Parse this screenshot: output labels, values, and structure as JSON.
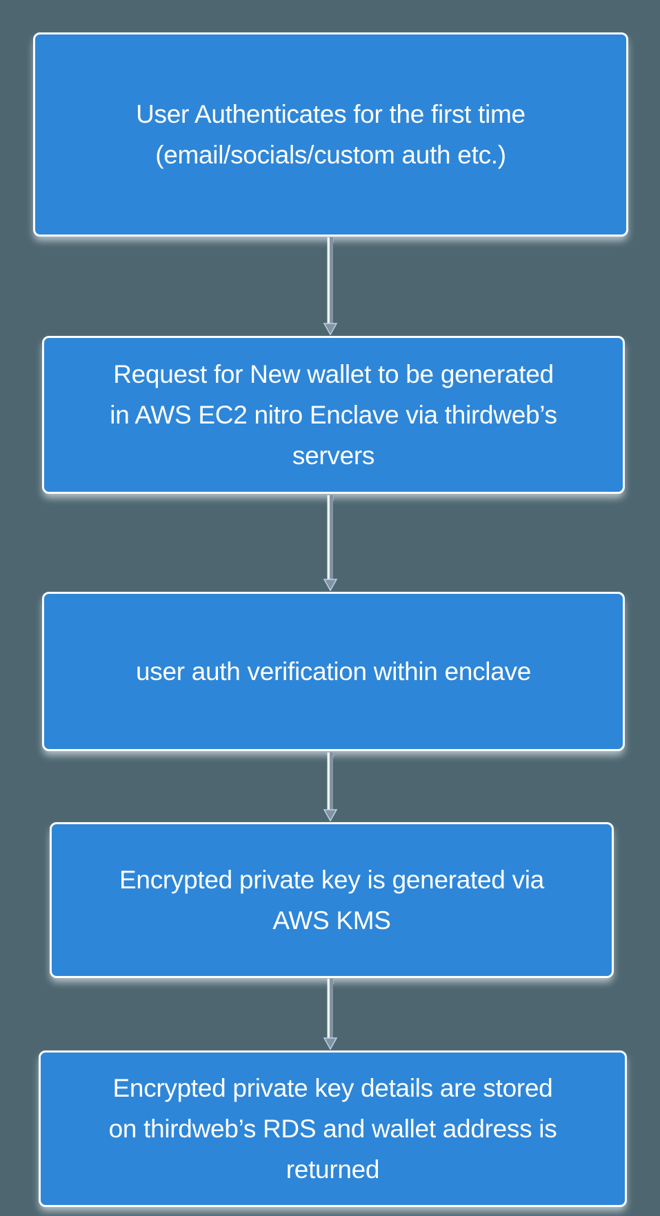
{
  "canvas": {
    "background": "#4d6670"
  },
  "flowchart": {
    "type": "vertical-flow",
    "direction": "top-down",
    "node_fill": "#2e86d8",
    "node_border_color": "#fcfdff",
    "node_text_color": "#ffffff",
    "arrow_shaft_color": "#8493a2",
    "arrow_highlight_color": "#eef3f8",
    "arrowhead_outline_color": "#b7d1e9",
    "connector_dot_color": "#a9c9e7",
    "nodes": [
      {
        "id": "user-authenticates",
        "label": "User Authenticates for the first time\n(email/socials/custom auth etc.)"
      },
      {
        "id": "request-new-wallet",
        "label": "Request for New wallet to be generated\nin AWS EC2 nitro Enclave via thirdweb’s\nservers"
      },
      {
        "id": "auth-verification",
        "label": "user auth verification within enclave"
      },
      {
        "id": "key-generated",
        "label": "Encrypted private key is generated via\nAWS KMS"
      },
      {
        "id": "key-stored",
        "label": "Encrypted private key details are stored\non thirdweb’s RDS and wallet address is\nreturned"
      }
    ],
    "edges": [
      {
        "from": "user-authenticates",
        "to": "request-new-wallet"
      },
      {
        "from": "request-new-wallet",
        "to": "auth-verification"
      },
      {
        "from": "auth-verification",
        "to": "key-generated"
      },
      {
        "from": "key-generated",
        "to": "key-stored"
      }
    ]
  }
}
